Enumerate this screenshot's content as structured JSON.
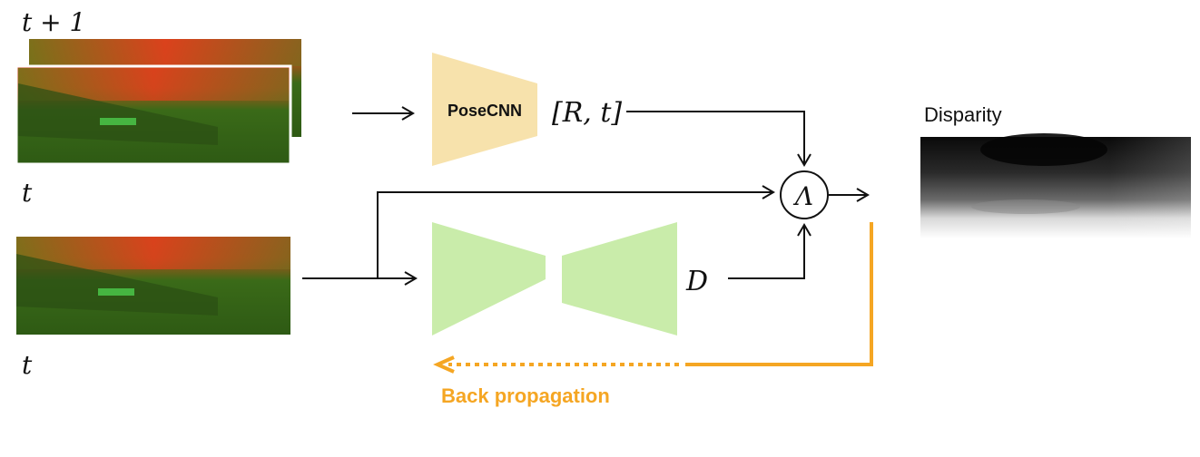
{
  "labels": {
    "frame_next": "t + 1",
    "frame_t_top": "t",
    "frame_t_bottom": "t",
    "pose_net": "PoseCNN",
    "pose_output": "[R, t]",
    "warp_op": "Λ",
    "depth_output": "D",
    "disparity_title": "Disparity",
    "backprop": "Back propagation"
  },
  "colors": {
    "pose_block": "#f7e2ac",
    "depth_block": "#c9ecaa",
    "backprop": "#f5a623",
    "line": "#111111"
  }
}
